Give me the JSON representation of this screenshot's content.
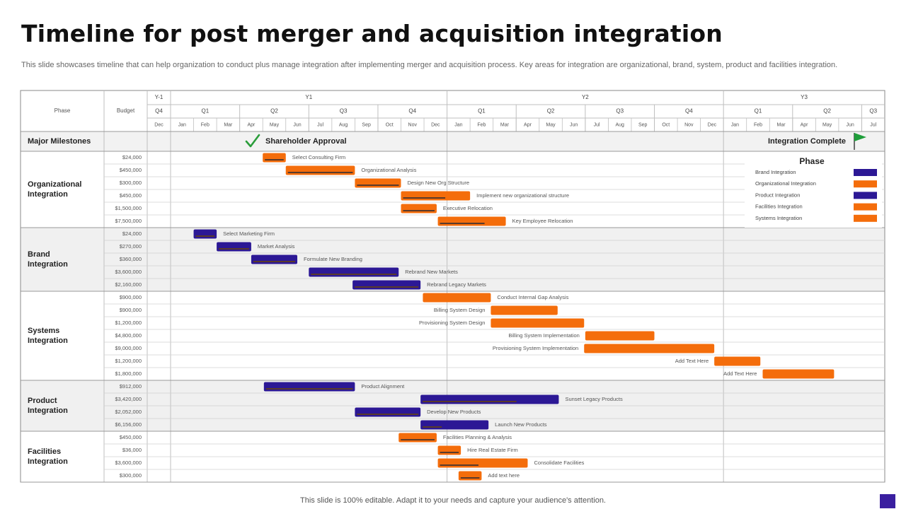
{
  "title": "Timeline for post merger and acquisition integration",
  "subtitle": "This slide showcases timeline that can help organization to conduct plus manage integration after implementing merger and acquisition process. Key areas for integration are organizational, brand, system, product and facilities integration.",
  "footer": "This slide is 100% editable. Adapt it to your needs and capture your audience's attention.",
  "colors": {
    "orange": "#F46D0B",
    "purple": "#2C1895",
    "flag": "#1E9E3A",
    "check": "#2A9D3A",
    "grid": "#BFBFBF",
    "shade": "#F0F0F0",
    "accent_square": "#3A1FA0"
  },
  "chart_data": {
    "type": "gantt",
    "header": {
      "phase_label": "Phase",
      "budget_label": "Budget",
      "years": [
        "Y-1",
        "Y1",
        "Y2",
        "Y3"
      ],
      "quarters": [
        "Q4",
        "Q1",
        "Q2",
        "Q3",
        "Q4",
        "Q1",
        "Q2",
        "Q3",
        "Q4",
        "Q1",
        "Q2",
        "Q3"
      ],
      "months": [
        "Dec",
        "Jan",
        "Feb",
        "Mar",
        "Apr",
        "May",
        "Jun",
        "Jul",
        "Aug",
        "Sep",
        "Oct",
        "Nov",
        "Dec",
        "Jan",
        "Feb",
        "Mar",
        "Apr",
        "May",
        "Jun",
        "Jul",
        "Aug",
        "Sep",
        "Oct",
        "Nov",
        "Dec",
        "Jan",
        "Feb",
        "Mar",
        "Apr",
        "May",
        "Jun",
        "Jul"
      ]
    },
    "milestones": {
      "label": "Major Milestones",
      "items": [
        {
          "text": "Shareholder Approval",
          "month": 4.5,
          "icon": "check-icon"
        },
        {
          "text": "Integration Complete",
          "month": 30.0,
          "icon": "flag-icon"
        }
      ]
    },
    "legend": {
      "title": "Phase",
      "items": [
        {
          "name": "Brand Integration",
          "color": "purple"
        },
        {
          "name": "Organizational Integration",
          "color": "orange"
        },
        {
          "name": "Product Integration",
          "color": "purple"
        },
        {
          "name": "Facilities Integration",
          "color": "orange"
        },
        {
          "name": "Systems Integration",
          "color": "orange"
        }
      ]
    },
    "groups": [
      {
        "name": "Organizational\nIntegration",
        "color": "orange",
        "shaded": false,
        "tasks": [
          {
            "budget": "$24,000",
            "label": "Select Consulting Firm",
            "start": 5.0,
            "end": 6.0,
            "progress": 1.0,
            "label_side": "right"
          },
          {
            "budget": "$450,000",
            "label": "Organizational Analysis",
            "start": 6.0,
            "end": 9.0,
            "progress": 1.0,
            "label_side": "right"
          },
          {
            "budget": "$300,000",
            "label": "Design New Org Structure",
            "start": 9.0,
            "end": 11.0,
            "progress": 1.0,
            "label_side": "right"
          },
          {
            "budget": "$450,000",
            "label": "Implement new organizational structure",
            "start": 11.0,
            "end": 14.0,
            "progress": 0.65,
            "label_side": "right"
          },
          {
            "budget": "$1,500,000",
            "label": "Executive Relocation",
            "start": 11.0,
            "end": 12.55,
            "progress": 1.0,
            "label_side": "right"
          },
          {
            "budget": "$7,500,000",
            "label": "Key Employee Relocation",
            "start": 12.6,
            "end": 15.55,
            "progress": 0.7,
            "label_side": "right"
          }
        ]
      },
      {
        "name": "Brand\nIntegration",
        "color": "purple",
        "shaded": true,
        "tasks": [
          {
            "budget": "$24,000",
            "label": "Select Marketing Firm",
            "start": 2.0,
            "end": 3.0,
            "progress": 1.0,
            "label_side": "right"
          },
          {
            "budget": "$270,000",
            "label": "Market Analysis",
            "start": 3.0,
            "end": 4.5,
            "progress": 1.0,
            "label_side": "right"
          },
          {
            "budget": "$360,000",
            "label": "Formulate New Branding",
            "start": 4.5,
            "end": 6.5,
            "progress": 1.0,
            "label_side": "right"
          },
          {
            "budget": "$3,600,000",
            "label": "Rebrand New Markets",
            "start": 7.0,
            "end": 10.9,
            "progress": 1.0,
            "label_side": "right"
          },
          {
            "budget": "$2,160,000",
            "label": "Rebrand Legacy Markets",
            "start": 8.9,
            "end": 11.85,
            "progress": 1.0,
            "label_side": "right"
          }
        ]
      },
      {
        "name": "Systems\nIntegration",
        "color": "orange",
        "shaded": false,
        "tasks": [
          {
            "budget": "$900,000",
            "label": "Conduct Internal Gap Analysis",
            "start": 11.95,
            "end": 14.9,
            "progress": 0.0,
            "label_side": "right"
          },
          {
            "budget": "$900,000",
            "label": "Billing System Design",
            "start": 14.9,
            "end": 17.8,
            "progress": 0.0,
            "label_side": "left"
          },
          {
            "budget": "$1,200,000",
            "label": "Provisioning System Design",
            "start": 14.9,
            "end": 18.95,
            "progress": 0.0,
            "label_side": "left"
          },
          {
            "budget": "$4,800,000",
            "label": "Billing System Implementation",
            "start": 19.0,
            "end": 22.0,
            "progress": 0.0,
            "label_side": "left"
          },
          {
            "budget": "$9,000,000",
            "label": "Provisioning System Implementation",
            "start": 18.95,
            "end": 24.6,
            "progress": 0.0,
            "label_side": "left"
          },
          {
            "budget": "$1,200,000",
            "label": "Add Text Here",
            "start": 24.6,
            "end": 26.6,
            "progress": 0.0,
            "label_side": "left"
          },
          {
            "budget": "$1,800,000",
            "label": "Add Text Here",
            "start": 26.7,
            "end": 29.8,
            "progress": 0.0,
            "label_side": "left"
          }
        ]
      },
      {
        "name": "Product\nIntegration",
        "color": "purple",
        "shaded": true,
        "tasks": [
          {
            "budget": "$912,000",
            "label": "Product Alignment",
            "start": 5.05,
            "end": 9.0,
            "progress": 1.0,
            "label_side": "right"
          },
          {
            "budget": "$3,420,000",
            "label": "Sunset Legacy Products",
            "start": 11.85,
            "end": 17.85,
            "progress": 0.7,
            "label_side": "right"
          },
          {
            "budget": "$2,052,000",
            "label": "Develop New Products",
            "start": 9.0,
            "end": 11.85,
            "progress": 1.0,
            "label_side": "right"
          },
          {
            "budget": "$6,156,000",
            "label": "Launch New Products",
            "start": 11.85,
            "end": 14.8,
            "progress": 0.3,
            "label_side": "right"
          }
        ]
      },
      {
        "name": "Facilities\nIntegration",
        "color": "orange",
        "shaded": false,
        "tasks": [
          {
            "budget": "$450,000",
            "label": "Facilities Planning & Analysis",
            "start": 10.9,
            "end": 12.55,
            "progress": 1.0,
            "label_side": "right"
          },
          {
            "budget": "$36,000",
            "label": "Hire Real Estate Firm",
            "start": 12.6,
            "end": 13.6,
            "progress": 1.0,
            "label_side": "right"
          },
          {
            "budget": "$3,600,000",
            "label": "Consolidate Facilities",
            "start": 12.6,
            "end": 16.5,
            "progress": 0.45,
            "label_side": "right"
          },
          {
            "budget": "$300,000",
            "label": "Add text here",
            "start": 13.5,
            "end": 14.5,
            "progress": 1.0,
            "label_side": "right"
          }
        ]
      }
    ]
  }
}
